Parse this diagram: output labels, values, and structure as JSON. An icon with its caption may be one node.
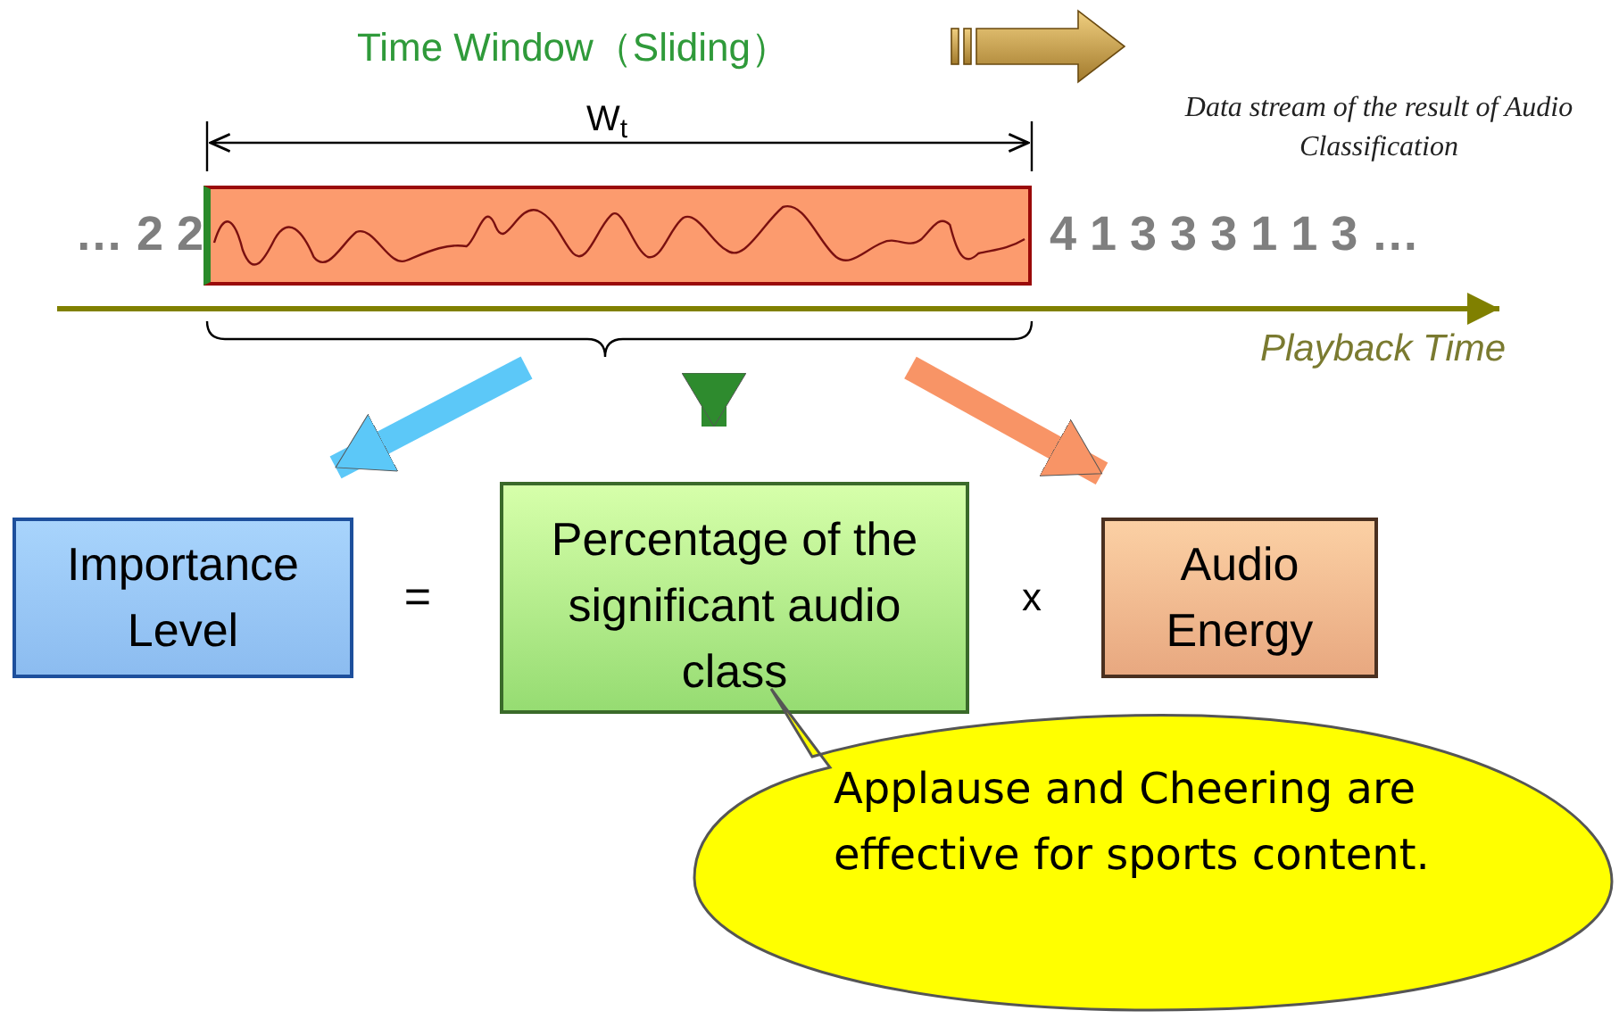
{
  "diagram": {
    "nodes": [
      {
        "text": [],
        "shape": "box",
        "beside": [
          "… 2 2",
          "4 1 3 3 3 1 1 3 …"
        ]
      },
      {
        "text": [
          "Importance Level"
        ]
      },
      {
        "text": [
          "Percentage of the significant audio class"
        ]
      },
      {
        "text": [
          "Audio Energy"
        ]
      },
      {
        "text": [
          "Applause and Cheering are effective for sports content."
        ]
      }
    ],
    "edges": [
      {
        "from": 0,
        "to": 1,
        "arrow": "to",
        "color": "#5cc8f8"
      },
      {
        "from": 0,
        "to": 2,
        "arrow": "to",
        "color": "#2e8b2e"
      },
      {
        "from": 0,
        "to": 3,
        "arrow": "to",
        "color": "#f89466"
      }
    ],
    "labels": [
      "Time Window（Sliding）",
      "W$_{t}$",
      "Data stream of the result of Audio Classification",
      "Playback Time",
      "=",
      "x"
    ]
  }
}
